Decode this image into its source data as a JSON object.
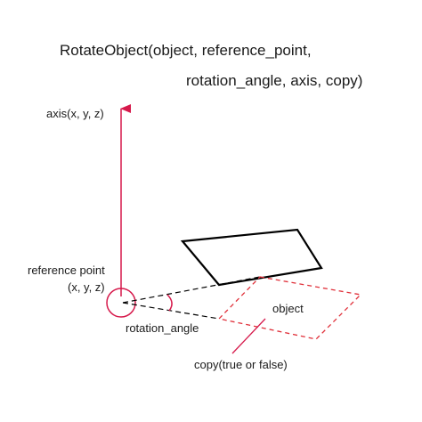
{
  "title": {
    "line1": "RotateObject(object, reference_point,",
    "line2": "rotation_angle, axis, copy)"
  },
  "labels": {
    "axis": "axis(x, y, z)",
    "reference_point_line1": "reference point",
    "reference_point_line2": "(x, y, z)",
    "rotation_angle": "rotation_angle",
    "object": "object",
    "copy": "copy(true or false)"
  },
  "colors": {
    "accent": "#d6194b",
    "copy_outline": "#e0303a",
    "object_outline": "#000000",
    "text": "#1a1a1a"
  }
}
